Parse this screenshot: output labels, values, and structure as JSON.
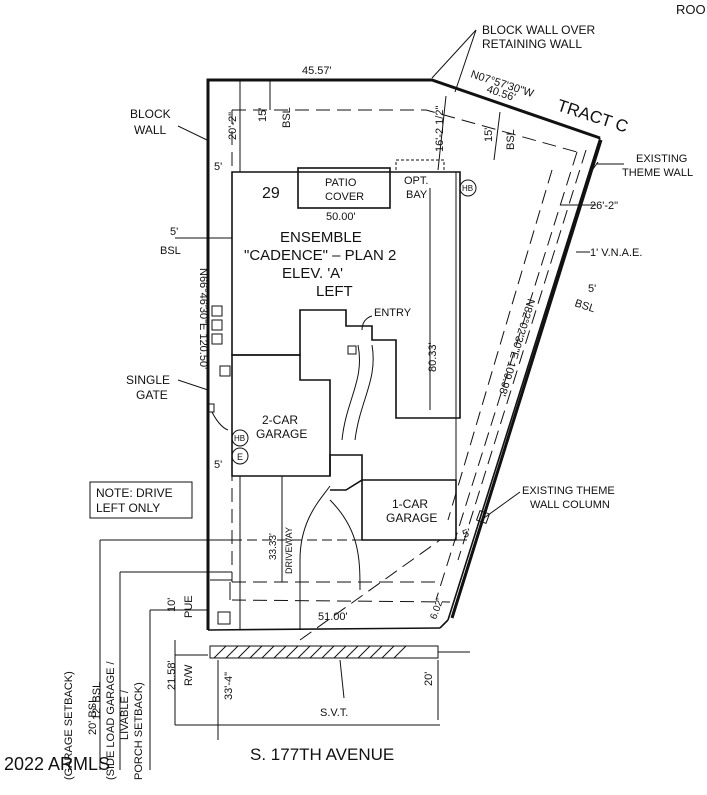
{
  "corner_text": "ROO",
  "labels": {
    "block_wall_over_retaining_1": "BLOCK WALL OVER",
    "block_wall_over_retaining_2": "RETAINING WALL",
    "top_dim": "45.57'",
    "bearing_top": "N07°57'30\"W",
    "bearing_top_dist": "40.56'",
    "tract": "TRACT C",
    "block_wall_1": "BLOCK",
    "block_wall_2": "WALL",
    "dim_20_2": "20'-2\"",
    "bsl_15_left_num": "15'",
    "bsl_15_left_lbl": "BSL",
    "dim_16_2_half": "16'-2 1/2\"",
    "bsl_15_right_num": "15'",
    "bsl_15_right_lbl": "BSL",
    "existing_theme_wall_1": "EXISTING",
    "existing_theme_wall_2": "THEME WALL",
    "five_a": "5'",
    "lot_number": "29",
    "patio_cover_1": "PATIO",
    "patio_cover_2": "COVER",
    "opt_bay_1": "OPT.",
    "opt_bay_2": "BAY",
    "hb_top": "HB",
    "dim_50": "50.00'",
    "dim_26_2": "26'-2\"",
    "bsl_5_num": "5'",
    "bsl_5_lbl": "BSL",
    "ensemble_1": "ENSEMBLE",
    "ensemble_2": "\"CADENCE\"  –  PLAN 2",
    "ensemble_3": "ELEV. 'A'",
    "ensemble_4": "LEFT",
    "vnae": "1' V.N.A.E.",
    "bearing_left": "N66°46'30\"E  120.50'",
    "bsl_5_right_num": "5'",
    "bsl_5_right_lbl": "BSL",
    "entry": "ENTRY",
    "dim_80_33": "80.33'",
    "bearing_right": "N82°02'30\"E  109.98'",
    "single_gate_1": "SINGLE",
    "single_gate_2": "GATE",
    "two_car_1": "2-CAR",
    "two_car_2": "GARAGE",
    "hb_garage": "HB",
    "e_garage": "E",
    "five_b": "5'",
    "note_1": "NOTE: DRIVE",
    "note_2": "LEFT ONLY",
    "existing_col_1": "EXISTING THEME",
    "existing_col_2": "WALL COLUMN",
    "one_car_1": "1-CAR",
    "one_car_2": "GARAGE",
    "dim_33_33": "33.33'",
    "driveway": "DRIVEWAY",
    "five_c": "5'",
    "pue_num": "10'",
    "pue_lbl": "PUE",
    "dim_51": "51.00'",
    "dim_6_02": "6.02'",
    "rw_num": "21.58'",
    "rw_lbl": "R/W",
    "dim_33_4": "33'-4\"",
    "dim_20": "20'",
    "svt": "S.V.T.",
    "garage_setback_1": "20' BSL",
    "garage_setback_2": "(GARAGE SETBACK)",
    "side_load_1": "12' BSL",
    "side_load_2": "(SIDE LOAD GARAGE /",
    "side_load_3": "LIVABLE /",
    "side_load_4": "PORCH SETBACK)",
    "street": "S. 177TH AVENUE",
    "copyright": "2022 ARMLS"
  }
}
